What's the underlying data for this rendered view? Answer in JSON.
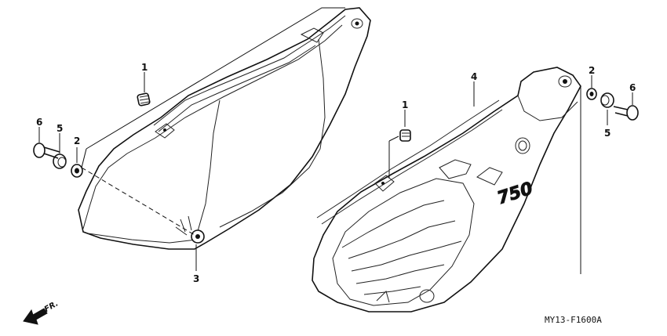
{
  "callouts": {
    "left_1": "1",
    "left_2": "2",
    "left_3": "3",
    "left_5": "5",
    "left_6": "6",
    "right_1": "1",
    "right_2": "2",
    "right_4": "4",
    "right_5": "5",
    "right_6": "6"
  },
  "decal_text": "750",
  "direction_label": "FR.",
  "figure_code": "MY13-F1600A"
}
